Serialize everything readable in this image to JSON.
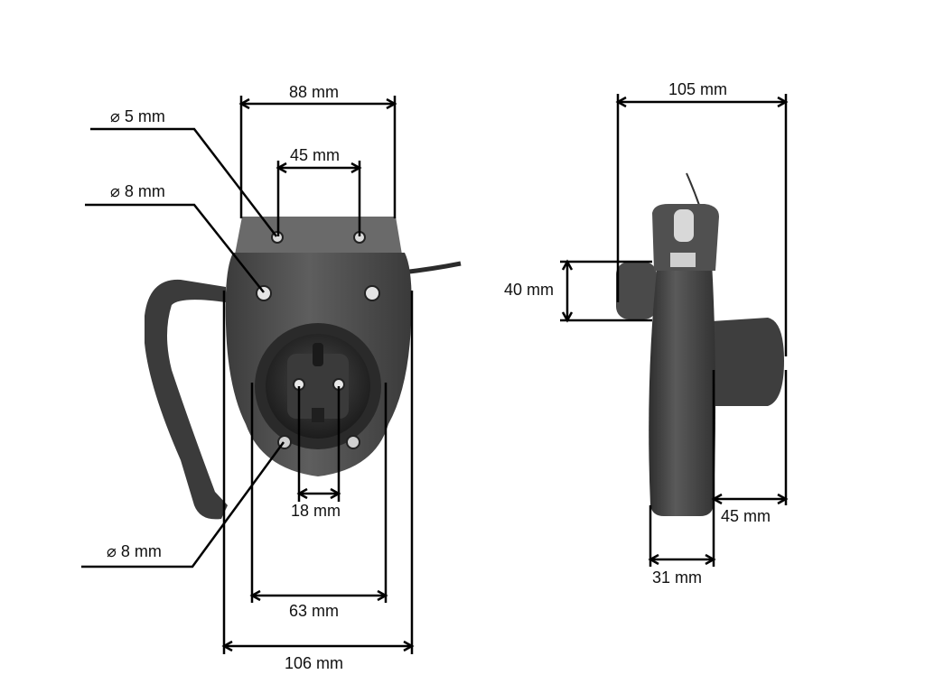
{
  "front_view": {
    "dimensions": {
      "top_width": "88 mm",
      "hole_spacing_top": "45 mm",
      "pin_spacing": "18 mm",
      "socket_width": "63 mm",
      "overall_width": "106 mm"
    },
    "callouts": {
      "hole_small": "⌀ 5 mm",
      "hole_medium": "⌀ 8 mm",
      "hole_bottom": "⌀ 8 mm"
    }
  },
  "side_view": {
    "dimensions": {
      "overall_depth": "105 mm",
      "hanger_height": "40 mm",
      "socket_depth": "45 mm",
      "body_thickness": "31 mm"
    }
  },
  "colors": {
    "line": "#000000",
    "body_dark": "#3a3a3a",
    "body_mid": "#555555",
    "body_light": "#6e6e6e",
    "cable": "#2b2b2b"
  }
}
